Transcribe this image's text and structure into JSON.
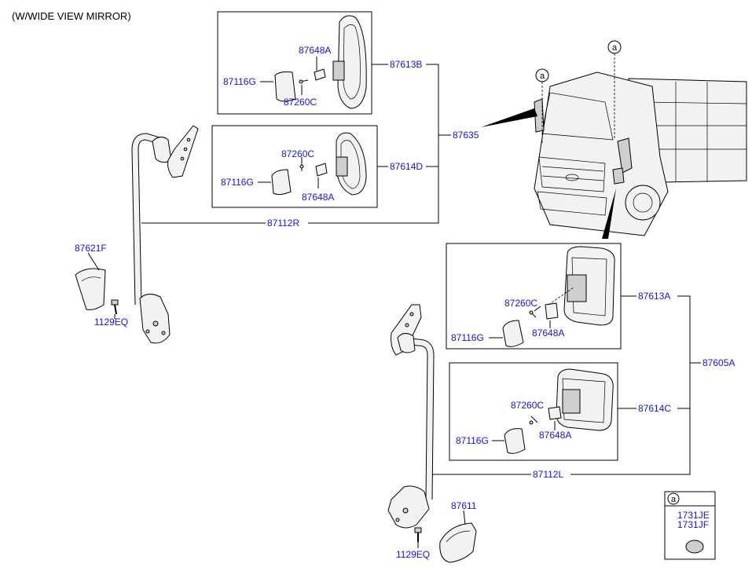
{
  "header": {
    "title": "(W/WIDE VIEW MIRROR)"
  },
  "callout": {
    "marker": "a"
  },
  "labels": {
    "r_87648A": "87648A",
    "r_87116G": "87116G",
    "r_87260C": "87260C",
    "r_87613B": "87613B",
    "r2_87260C": "87260C",
    "r2_87116G": "87116G",
    "r2_87648A": "87648A",
    "r_87614D": "87614D",
    "r_87635": "87635",
    "r_87112R": "87112R",
    "r_87621F": "87621F",
    "r_1129EQ": "1129EQ",
    "l_87613A": "87613A",
    "l_87260C": "87260C",
    "l_87116G": "87116G",
    "l_87648A": "87648A",
    "l_87605A": "87605A",
    "l2_87260C": "87260C",
    "l_87614C": "87614C",
    "l2_87116G": "87116G",
    "l2_87648A": "87648A",
    "l_87112L": "87112L",
    "l_87611": "87611",
    "l_1129EQ": "1129EQ"
  },
  "legend_box": {
    "marker": "a",
    "part1": "1731JE",
    "part2": "1731JF"
  }
}
